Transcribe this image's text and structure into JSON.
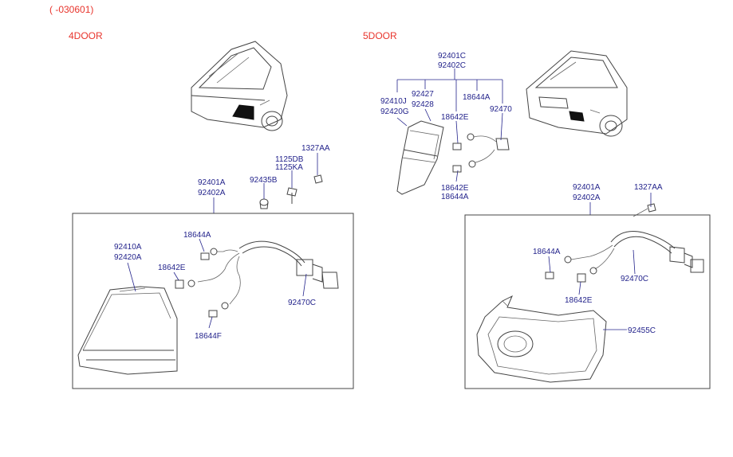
{
  "header": {
    "revision": "( -030601)",
    "variant_left": "4DOOR",
    "variant_right": "5DOOR"
  },
  "colors": {
    "title_red": "#e8342c",
    "label_navy": "#24248c",
    "line_gray": "#444444"
  },
  "left": {
    "labels": {
      "l1327": "1327AA",
      "l1125db": "1125DB",
      "l1125ka": "1125KA",
      "l92435": "92435B",
      "l92401": "92401A",
      "l92402": "92402A",
      "l18644a": "18644A",
      "l92410": "92410A",
      "l92420": "92420A",
      "l18642e": "18642E",
      "l92470": "92470C",
      "l18644f": "18644F"
    }
  },
  "right": {
    "labels": {
      "l92401c": "92401C",
      "l92402c": "92402C",
      "l92410j": "92410J",
      "l92420g": "92420G",
      "l92427": "92427",
      "l92428": "92428",
      "l18644a_top": "18644A",
      "l92470": "92470",
      "l18642e_top": "18642E",
      "l18642e_mid": "18642E",
      "l18644a_mid": "18644A",
      "l92401a": "92401A",
      "l92402a": "92402A",
      "l1327": "1327AA",
      "l18644a_box": "18644A",
      "l92470c": "92470C",
      "l18642e_box": "18642E",
      "l92455c": "92455C"
    }
  }
}
